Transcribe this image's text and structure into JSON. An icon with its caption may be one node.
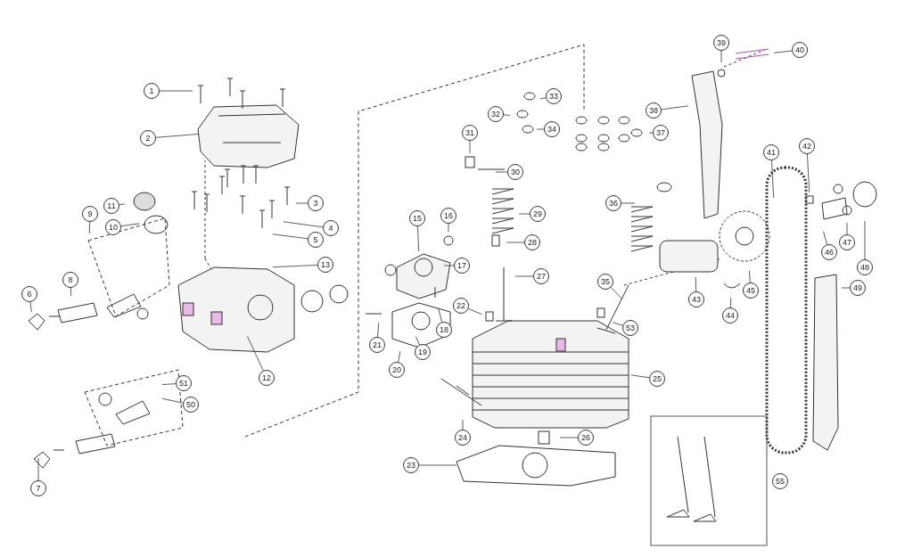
{
  "diagram": {
    "nodes": [
      {
        "text": [
          "1"
        ]
      },
      {
        "text": [
          "2"
        ]
      },
      {
        "text": [
          "3"
        ]
      },
      {
        "text": [
          "4"
        ]
      },
      {
        "text": [
          "5"
        ]
      },
      {
        "text": [
          "6"
        ]
      },
      {
        "text": [
          "7"
        ]
      },
      {
        "text": [
          "8"
        ]
      },
      {
        "text": [
          "9"
        ]
      },
      {
        "text": [
          "10"
        ]
      },
      {
        "text": [
          "11"
        ]
      },
      {
        "text": [
          "12"
        ]
      },
      {
        "text": [
          "13"
        ]
      },
      {
        "text": [
          "15"
        ]
      },
      {
        "text": [
          "16"
        ]
      },
      {
        "text": [
          "17"
        ]
      },
      {
        "text": [
          "18"
        ]
      },
      {
        "text": [
          "19"
        ]
      },
      {
        "text": [
          "20"
        ]
      },
      {
        "text": [
          "21"
        ]
      },
      {
        "text": [
          "22"
        ]
      },
      {
        "text": [
          "23"
        ]
      },
      {
        "text": [
          "24"
        ]
      },
      {
        "text": [
          "25"
        ]
      },
      {
        "text": [
          "26"
        ]
      },
      {
        "text": [
          "27"
        ]
      },
      {
        "text": [
          "28"
        ]
      },
      {
        "text": [
          "29"
        ]
      },
      {
        "text": [
          "30"
        ]
      },
      {
        "text": [
          "31"
        ]
      },
      {
        "text": [
          "32"
        ]
      },
      {
        "text": [
          "33"
        ]
      },
      {
        "text": [
          "34"
        ]
      },
      {
        "text": [
          "35"
        ]
      },
      {
        "text": [
          "36"
        ]
      },
      {
        "text": [
          "37"
        ]
      },
      {
        "text": [
          "38"
        ]
      },
      {
        "text": [
          "39"
        ]
      },
      {
        "text": [
          "40"
        ]
      },
      {
        "text": [
          "41"
        ]
      },
      {
        "text": [
          "42"
        ]
      },
      {
        "text": [
          "43"
        ]
      },
      {
        "text": [
          "44"
        ]
      },
      {
        "text": [
          "45"
        ]
      },
      {
        "text": [
          "46"
        ]
      },
      {
        "text": [
          "47"
        ]
      },
      {
        "text": [
          "48"
        ]
      },
      {
        "text": [
          "49"
        ]
      },
      {
        "text": [
          "50"
        ]
      },
      {
        "text": [
          "51"
        ]
      },
      {
        "text": [
          "53"
        ]
      },
      {
        "text": [
          "55"
        ]
      }
    ],
    "edges": [
      {
        "from": 0,
        "to": null,
        "arrow": "none"
      },
      {
        "from": 1,
        "to": null,
        "arrow": "none"
      },
      {
        "from": 2,
        "to": null,
        "arrow": "none"
      },
      {
        "from": 3,
        "to": null,
        "arrow": "none"
      },
      {
        "from": 4,
        "to": null,
        "arrow": "none"
      },
      {
        "from": 5,
        "to": null,
        "arrow": "none"
      },
      {
        "from": 6,
        "to": null,
        "arrow": "none"
      },
      {
        "from": 7,
        "to": null,
        "arrow": "none"
      },
      {
        "from": 8,
        "to": null,
        "arrow": "none"
      },
      {
        "from": 9,
        "to": null,
        "arrow": "none"
      },
      {
        "from": 10,
        "to": null,
        "arrow": "none"
      },
      {
        "from": 11,
        "to": null,
        "arrow": "none"
      },
      {
        "from": 12,
        "to": null,
        "arrow": "none"
      },
      {
        "from": 13,
        "to": null,
        "arrow": "none"
      },
      {
        "from": 14,
        "to": null,
        "arrow": "none"
      },
      {
        "from": 15,
        "to": null,
        "arrow": "none"
      },
      {
        "from": 16,
        "to": null,
        "arrow": "none"
      },
      {
        "from": 17,
        "to": null,
        "arrow": "none"
      },
      {
        "from": 18,
        "to": null,
        "arrow": "none"
      },
      {
        "from": 19,
        "to": null,
        "arrow": "none"
      },
      {
        "from": 20,
        "to": null,
        "arrow": "none"
      },
      {
        "from": 21,
        "to": null,
        "arrow": "none"
      },
      {
        "from": 22,
        "to": null,
        "arrow": "none"
      },
      {
        "from": 23,
        "to": null,
        "arrow": "none"
      },
      {
        "from": 24,
        "to": null,
        "arrow": "none"
      },
      {
        "from": 25,
        "to": null,
        "arrow": "none"
      },
      {
        "from": 26,
        "to": null,
        "arrow": "none"
      },
      {
        "from": 27,
        "to": null,
        "arrow": "none"
      },
      {
        "from": 28,
        "to": null,
        "arrow": "none"
      },
      {
        "from": 29,
        "to": null,
        "arrow": "none"
      },
      {
        "from": 30,
        "to": null,
        "arrow": "none"
      },
      {
        "from": 31,
        "to": null,
        "arrow": "none"
      },
      {
        "from": 32,
        "to": null,
        "arrow": "none"
      },
      {
        "from": 33,
        "to": null,
        "arrow": "none"
      },
      {
        "from": 34,
        "to": null,
        "arrow": "none"
      },
      {
        "from": 35,
        "to": null,
        "arrow": "none"
      },
      {
        "from": 36,
        "to": null,
        "arrow": "none"
      },
      {
        "from": 37,
        "to": null,
        "arrow": "none"
      },
      {
        "from": 38,
        "to": null,
        "arrow": "none"
      },
      {
        "from": 39,
        "to": null,
        "arrow": "none"
      },
      {
        "from": 40,
        "to": null,
        "arrow": "none"
      },
      {
        "from": 41,
        "to": null,
        "arrow": "none"
      },
      {
        "from": 42,
        "to": null,
        "arrow": "none"
      },
      {
        "from": 43,
        "to": null,
        "arrow": "none"
      },
      {
        "from": 44,
        "to": null,
        "arrow": "none"
      },
      {
        "from": 45,
        "to": null,
        "arrow": "none"
      },
      {
        "from": 46,
        "to": null,
        "arrow": "none"
      },
      {
        "from": 47,
        "to": null,
        "arrow": "none"
      },
      {
        "from": 48,
        "to": null,
        "arrow": "none"
      },
      {
        "from": 49,
        "to": null,
        "arrow": "none"
      },
      {
        "from": 50,
        "to": null,
        "arrow": "none"
      },
      {
        "from": 51,
        "to": null,
        "arrow": "none"
      }
    ]
  }
}
